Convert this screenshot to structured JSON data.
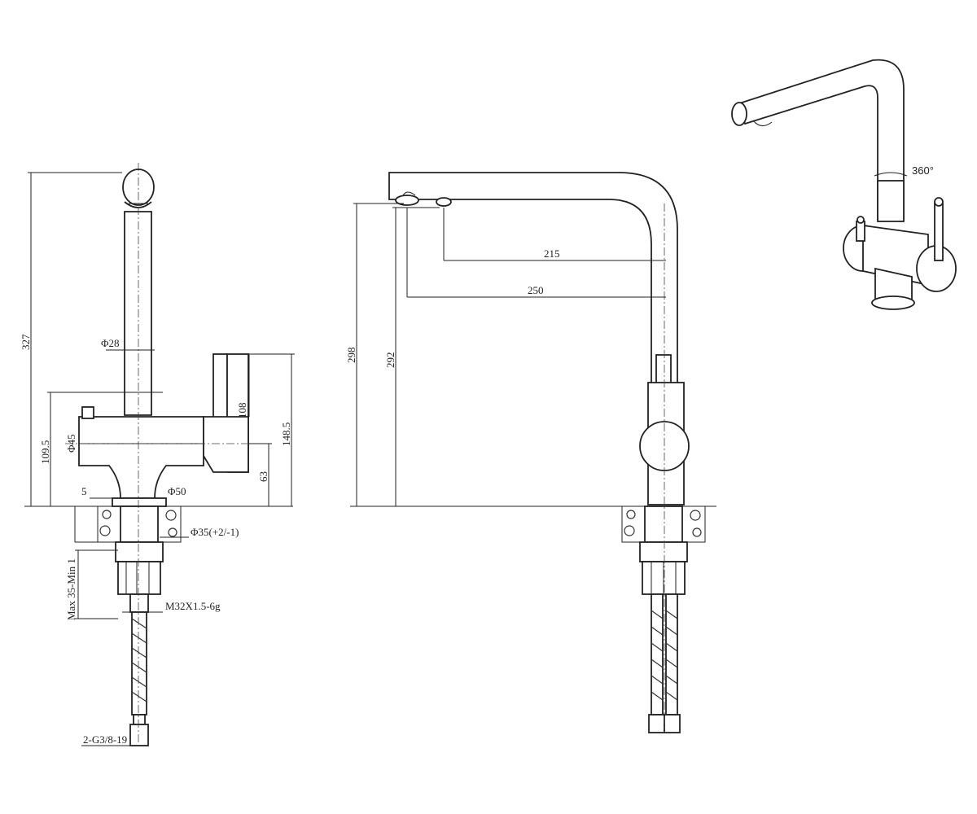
{
  "side_view": {
    "dim_height_total": "327",
    "dim_spout_dia": "Φ28",
    "dim_body_dia": "Φ45",
    "dim_body_height": "109.5",
    "dim_handle": "108",
    "dim_handle_height": "148.5",
    "dim_offset": "63",
    "dim_gap": "5",
    "dim_base_dia": "Φ50",
    "dim_hole_dia": "Φ35(+2/-1)",
    "dim_counter": "Max 35-Min 1",
    "dim_thread": "M32X1.5-6g",
    "dim_hose": "2-G3/8-19"
  },
  "front_view": {
    "dim_height_a": "298",
    "dim_height_b": "292",
    "dim_reach_a": "215",
    "dim_reach_b": "250"
  },
  "iso_view": {
    "rotation_label": "360°"
  }
}
